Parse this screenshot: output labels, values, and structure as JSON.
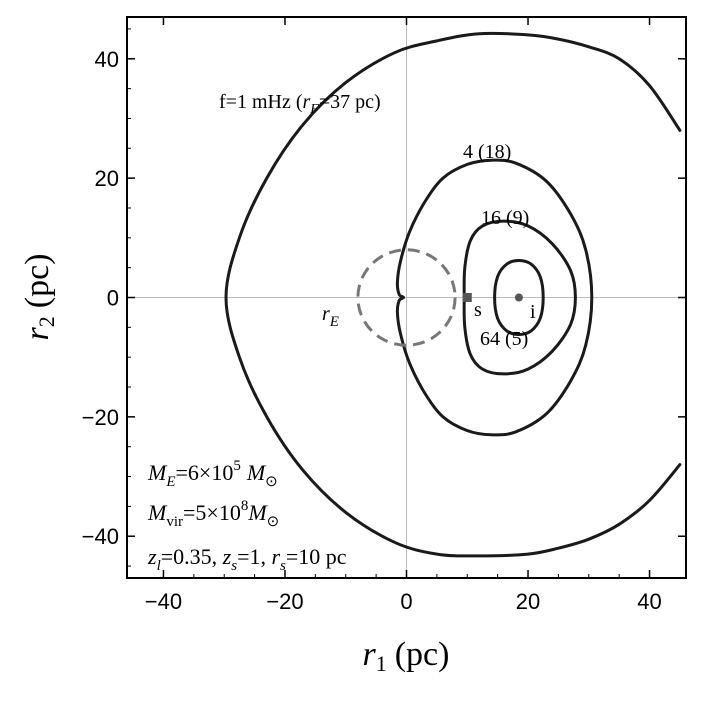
{
  "chart_data": {
    "type": "line",
    "title": "",
    "xlabel": {
      "main": "r",
      "sub": "1",
      "unit": "(pc)"
    },
    "ylabel": {
      "main": "r",
      "sub": "2",
      "unit": "(pc)"
    },
    "xlim": [
      -46,
      46
    ],
    "ylim": [
      -47,
      47
    ],
    "xticks": [
      -40,
      -20,
      0,
      20,
      40
    ],
    "yticks": [
      -40,
      -20,
      0,
      20,
      40
    ],
    "xtick_labels": [
      "−40",
      "−20",
      "0",
      "20",
      "40"
    ],
    "ytick_labels": [
      "−40",
      "−20",
      "0",
      "20",
      "40"
    ],
    "grid": "zero lines only",
    "series": [
      {
        "label": "f=1 mHz (r_F=37 pc)",
        "style": "solid",
        "points": [
          [
            45,
            28
          ],
          [
            40,
            35.5
          ],
          [
            35,
            40
          ],
          [
            30,
            42
          ],
          [
            25,
            43.3
          ],
          [
            20,
            44
          ],
          [
            12,
            44.2
          ],
          [
            5,
            43
          ],
          [
            -2,
            41
          ],
          [
            -10,
            36
          ],
          [
            -17,
            29
          ],
          [
            -23,
            20
          ],
          [
            -27.5,
            10
          ],
          [
            -29.7,
            0
          ],
          [
            -27.5,
            -10
          ],
          [
            -23,
            -20
          ],
          [
            -17,
            -29
          ],
          [
            -10,
            -36
          ],
          [
            -2,
            -41
          ],
          [
            5,
            -43
          ],
          [
            12,
            -43.3
          ],
          [
            20,
            -43
          ],
          [
            25,
            -42
          ],
          [
            30,
            -40.5
          ],
          [
            35,
            -38
          ],
          [
            40,
            -34
          ],
          [
            45,
            -28
          ]
        ]
      },
      {
        "label": "4 (18)",
        "style": "solid",
        "points": [
          [
            -1.2,
            0.5
          ],
          [
            -1.5,
            2.5
          ],
          [
            -1,
            6
          ],
          [
            0.5,
            11
          ],
          [
            3,
            16
          ],
          [
            6,
            20
          ],
          [
            10,
            22.3
          ],
          [
            14,
            23
          ],
          [
            18,
            22.5
          ],
          [
            23,
            19.5
          ],
          [
            27,
            14
          ],
          [
            29.5,
            8
          ],
          [
            30.5,
            0
          ],
          [
            29.5,
            -8
          ],
          [
            27,
            -14
          ],
          [
            23,
            -19.5
          ],
          [
            18,
            -22.5
          ],
          [
            14,
            -23
          ],
          [
            10,
            -22.3
          ],
          [
            6,
            -20
          ],
          [
            3,
            -16
          ],
          [
            0.5,
            -11
          ],
          [
            -1,
            -6
          ],
          [
            -1.5,
            -2.5
          ],
          [
            -1.2,
            -0.5
          ],
          [
            -0.5,
            0
          ],
          [
            -1.2,
            0.5
          ]
        ]
      },
      {
        "label": "16 (9)",
        "style": "solid",
        "points": [
          [
            9.5,
            0
          ],
          [
            9.6,
            5
          ],
          [
            10.5,
            9.5
          ],
          [
            12.5,
            12
          ],
          [
            16,
            12.8
          ],
          [
            20,
            12
          ],
          [
            24,
            9
          ],
          [
            27,
            4.5
          ],
          [
            27.8,
            0
          ],
          [
            27,
            -4.5
          ],
          [
            24,
            -9
          ],
          [
            20,
            -12
          ],
          [
            16,
            -12.8
          ],
          [
            12.5,
            -12
          ],
          [
            10.5,
            -9.5
          ],
          [
            9.6,
            -5
          ],
          [
            9.5,
            0
          ]
        ]
      },
      {
        "label": "64 (5)",
        "style": "solid",
        "points": [
          [
            14.5,
            0
          ],
          [
            15,
            3.5
          ],
          [
            16.5,
            5.6
          ],
          [
            18.5,
            6.2
          ],
          [
            20.5,
            5.6
          ],
          [
            22,
            3.5
          ],
          [
            22.5,
            0
          ],
          [
            22,
            -3.5
          ],
          [
            20.5,
            -5.6
          ],
          [
            18.5,
            -6.2
          ],
          [
            16.5,
            -5.6
          ],
          [
            15,
            -3.5
          ],
          [
            14.5,
            0
          ]
        ]
      },
      {
        "label": "r_E",
        "style": "dashed",
        "circle": {
          "cx": 0,
          "cy": 0,
          "r": 8
        }
      }
    ],
    "markers": [
      {
        "label": "s",
        "x": 10,
        "y": 0,
        "shape": "square"
      },
      {
        "label": "i",
        "x": 18.5,
        "y": 0,
        "shape": "circle"
      }
    ],
    "annotations": {
      "f_label": {
        "pre": "f=1 mHz (",
        "r": "r",
        "sub": "F",
        "post": "=37 pc)"
      },
      "c4": "4 (18)",
      "c16": "16 (9)",
      "c64": "64 (5)",
      "rE": {
        "r": "r",
        "sub": "E"
      },
      "s": "s",
      "i": "i"
    },
    "params": {
      "line1": {
        "M": "M",
        "sub": "E",
        "eq": "=6×10",
        "sup": "5",
        "unit": "M",
        "unit_sub": "⊙"
      },
      "line2": {
        "M": "M",
        "sub": "vir",
        "eq": "=5×10",
        "sup": "8",
        "unit": "M",
        "unit_sub": "⊙"
      },
      "line3": {
        "z1": "z",
        "z1_sub": "l",
        "z1_val": "=0.35, ",
        "z2": "z",
        "z2_sub": "s",
        "z2_val": "=1, ",
        "r": "r",
        "r_sub": "s",
        "r_val": "=10 pc"
      }
    }
  }
}
